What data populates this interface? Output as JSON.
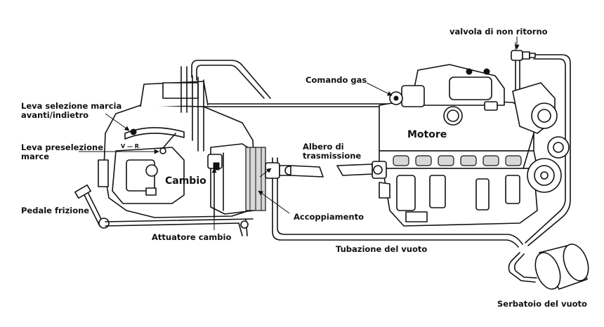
{
  "labels": {
    "valvola": "valvola di non ritorno",
    "comando_gas": "Comando gas",
    "leva_selezione_1": "Leva selezione marcia",
    "leva_selezione_2": "avanti/indietro",
    "leva_preselezione_1": "Leva preselezione",
    "leva_preselezione_2": "marce",
    "albero_1": "Albero di",
    "albero_2": "trasmissione",
    "motore": "Motore",
    "cambio": "Cambio",
    "pedale": "Pedale frizione",
    "attuatore": "Attuatore cambio",
    "accoppiamento": "Accoppiamento",
    "tubazione": "Tubazione del vuoto",
    "serbatoio": "Serbatoio del vuoto",
    "v_r": "V — R"
  }
}
